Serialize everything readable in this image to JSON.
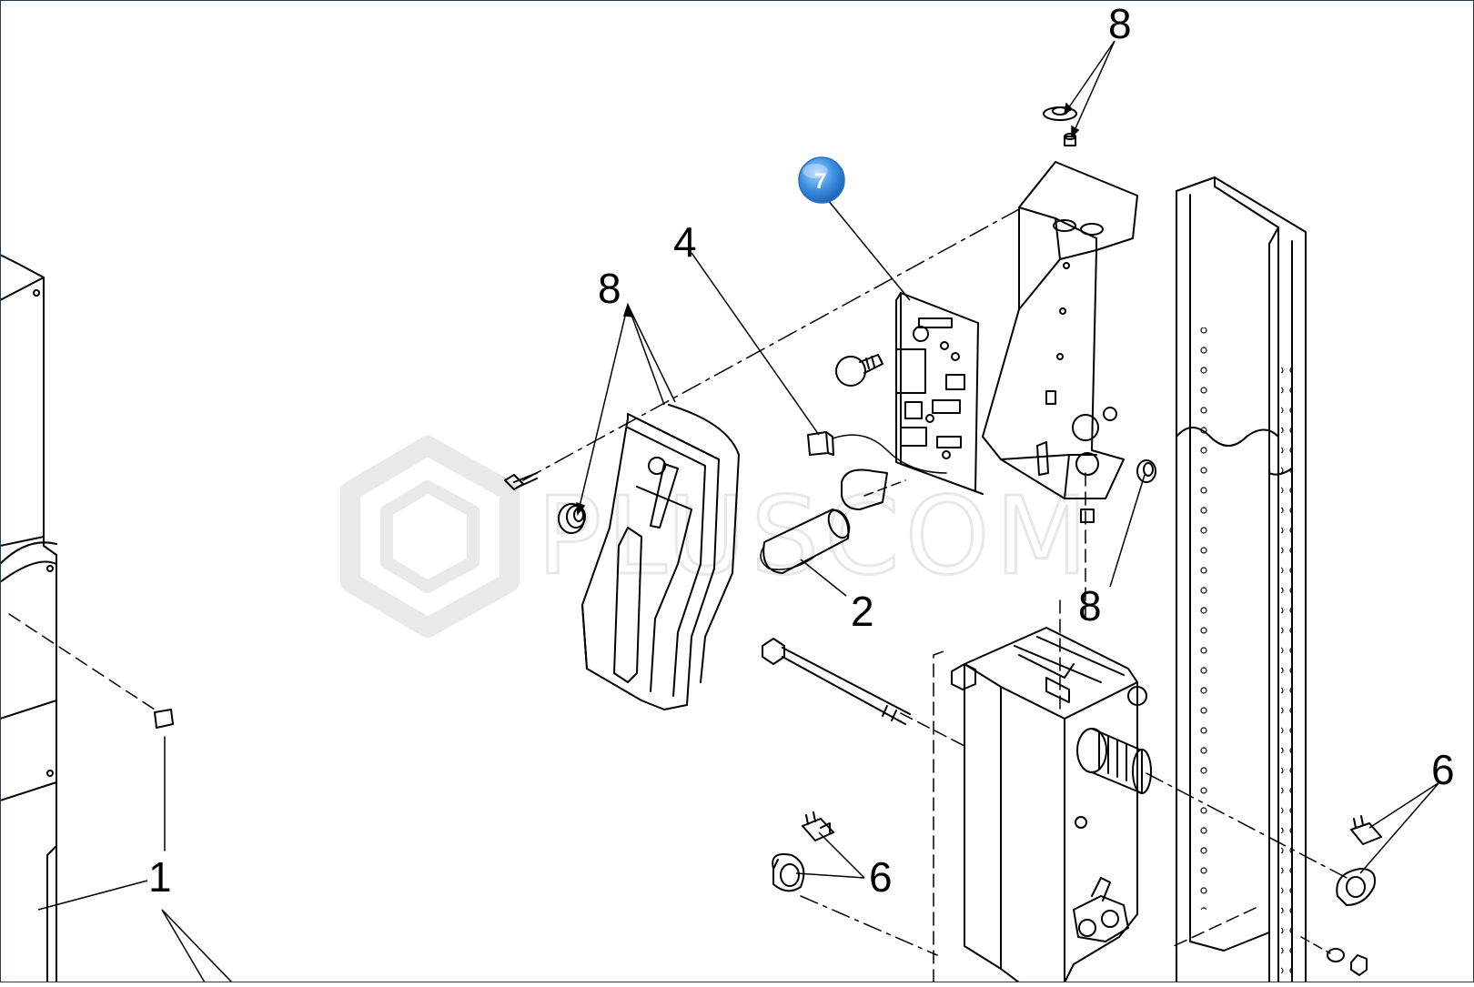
{
  "callouts": {
    "c8_top": "8",
    "c7_badge": "7",
    "c4": "4",
    "c8_left": "8",
    "c2": "2",
    "c8_right": "8",
    "c6_right": "6",
    "c6_mid": "6",
    "c1": "1"
  },
  "watermark": {
    "text": "PLUSCOM"
  },
  "colors": {
    "line": "#000000",
    "badge": "#3b8de0",
    "badge_highlight": "#9fd0ff",
    "watermark": "#e8e8e8",
    "frame": "#2a3a4a"
  }
}
